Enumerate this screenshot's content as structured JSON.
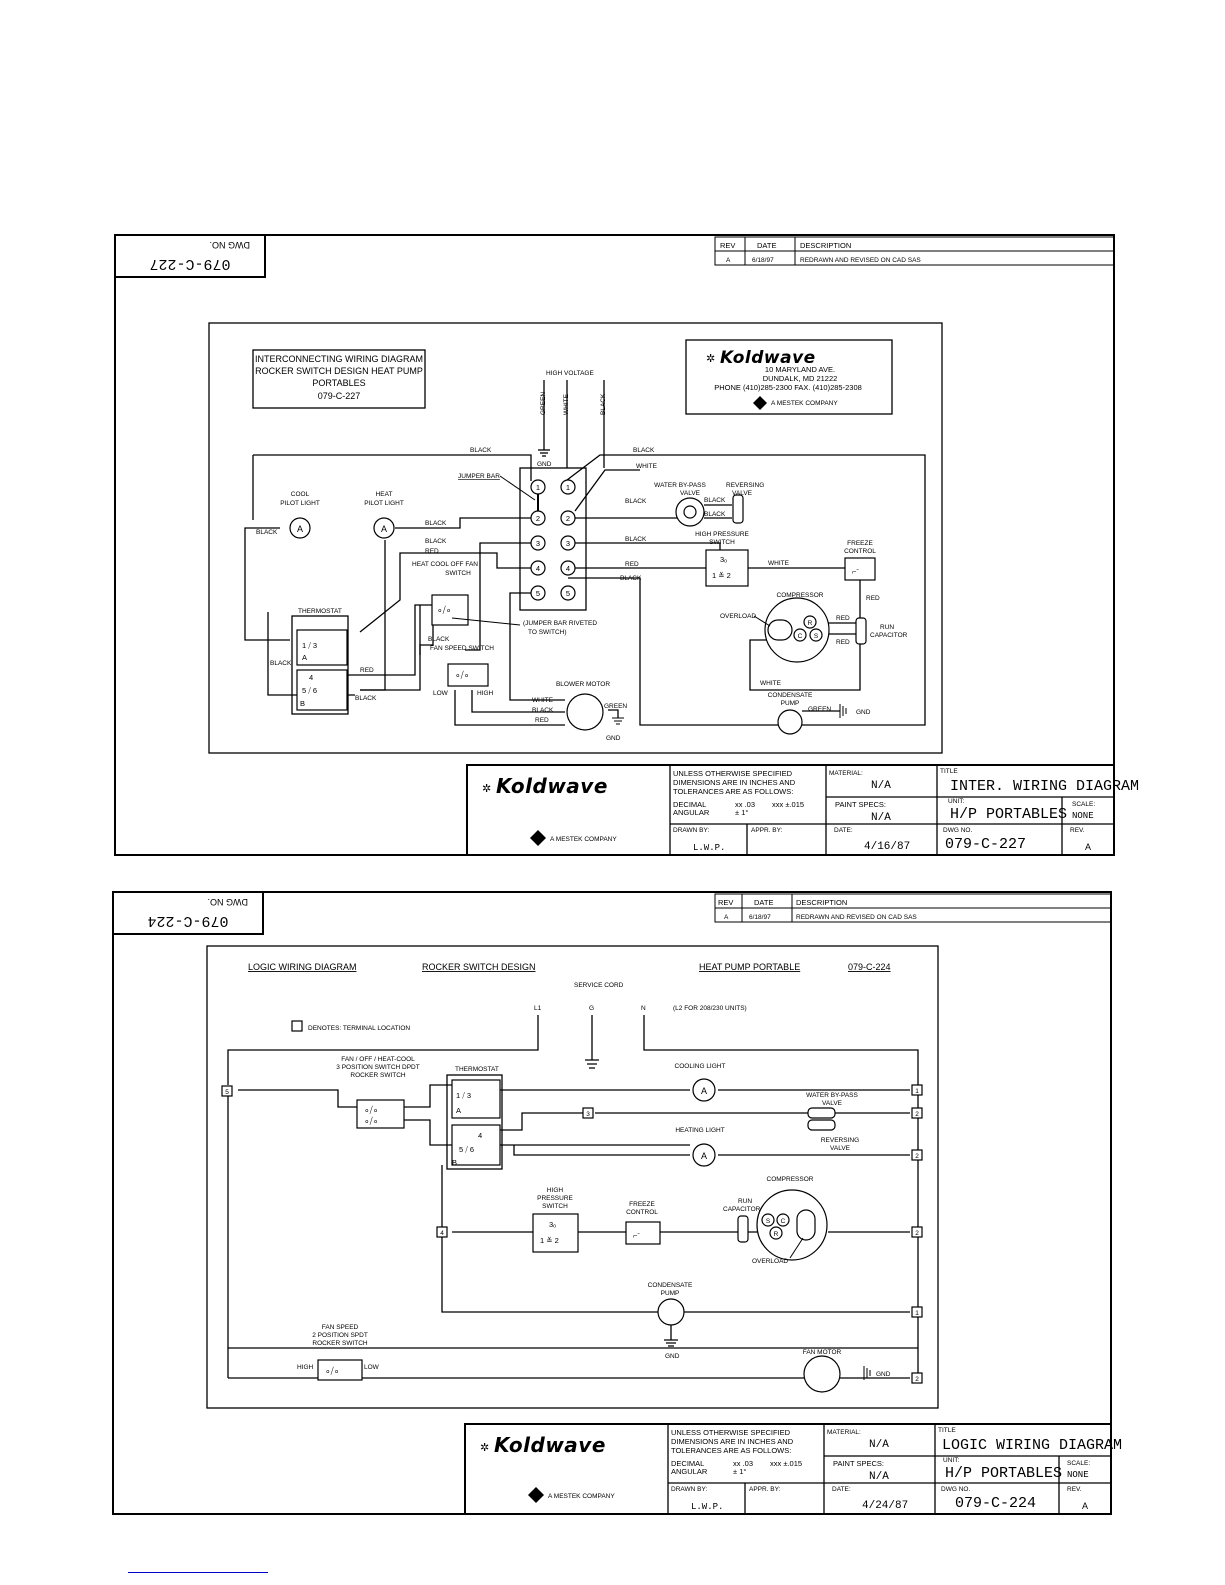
{
  "sheet1": {
    "dwg_tab_label": "DWG NO.",
    "dwg_tab_number": "079-C-227",
    "rev_table": {
      "headers": [
        "REV",
        "DATE",
        "DESCRIPTION"
      ],
      "row": [
        "A",
        "6/18/97",
        "REDRAWN AND REVISED ON CAD SAS"
      ]
    },
    "title_box": [
      "INTERCONNECTING WIRING DIAGRAM",
      "ROCKER SWITCH DESIGN HEAT PUMP",
      "PORTABLES",
      "079-C-227"
    ],
    "company_box": {
      "logo": "Koldwave",
      "address1": "10 MARYLAND AVE.",
      "address2": "DUNDALK, MD 21222",
      "phone": "PHONE (410)285-2300 FAX. (410)285-2308",
      "mestek": "A MESTEK COMPANY"
    },
    "labels": {
      "high_voltage": "HIGH VOLTAGE",
      "green": "GREEN",
      "white": "WHITE",
      "black": "BLACK",
      "red": "RED",
      "gnd": "GND",
      "jumper_bar": "JUMPER BAR",
      "cool_pilot": [
        "COOL",
        "PILOT LIGHT"
      ],
      "heat_pilot": [
        "HEAT",
        "PILOT LIGHT"
      ],
      "water_bypass": [
        "WATER BY-PASS",
        "VALVE"
      ],
      "reversing": [
        "REVERSING",
        "VALVE"
      ],
      "high_pressure": [
        "HIGH PRESSURE",
        "SWITCH"
      ],
      "freeze": [
        "FREEZE",
        "CONTROL"
      ],
      "hcof_switch": [
        "HEAT COOL OFF FAN",
        "SWITCH"
      ],
      "thermostat": "THERMOSTAT",
      "jumper_note": [
        "(JUMPER BAR RIVETED",
        "TO SWITCH)"
      ],
      "fan_speed_switch": "FAN SPEED SWITCH",
      "low": "LOW",
      "high": "HIGH",
      "blower_motor": "BLOWER MOTOR",
      "compressor": "COMPRESSOR",
      "overload": "OVERLOAD",
      "run_capacitor": [
        "RUN",
        "CAPACITOR"
      ],
      "condensate_pump": [
        "CONDENSATE",
        "PUMP"
      ]
    },
    "terminals": [
      "1",
      "2",
      "3",
      "4",
      "5"
    ],
    "title_block": {
      "logo": "Koldwave",
      "mestek": "A MESTEK COMPANY",
      "tolerance": [
        "UNLESS OTHERWISE SPECIFIED",
        "DIMENSIONS ARE IN INCHES AND",
        "TOLERANCES ARE AS FOLLOWS:"
      ],
      "decimal": "DECIMAL",
      "xx": "xx .03",
      "xxx": "xxx ±.015",
      "angular": "ANGULAR",
      "ang_val": "± 1°",
      "material_label": "MATERIAL:",
      "material": "N/A",
      "title_label": "TITLE",
      "title": "INTER. WIRING DIAGRAM",
      "paint_label": "PAINT SPECS:",
      "paint": "N/A",
      "unit_label": "UNIT:",
      "unit": "H/P PORTABLES",
      "scale_label": "SCALE:",
      "scale": "NONE",
      "drawn_label": "DRAWN BY:",
      "drawn": "L.W.P.",
      "appr_label": "APPR. BY:",
      "date_label": "DATE:",
      "date": "4/16/87",
      "dwg_label": "DWG NO.",
      "dwg": "079-C-227",
      "rev_label": "REV.",
      "rev": "A"
    }
  },
  "sheet2": {
    "dwg_tab_label": "DWG NO.",
    "dwg_tab_number": "079-C-224",
    "rev_table": {
      "headers": [
        "REV",
        "DATE",
        "DESCRIPTION"
      ],
      "row": [
        "A",
        "6/18/97",
        "REDRAWN AND REVISED ON CAD SAS"
      ]
    },
    "header": {
      "h1": "LOGIC WIRING DIAGRAM",
      "h2": "ROCKER SWITCH DESIGN",
      "h3": "HEAT PUMP PORTABLE",
      "h4": "079-C-224"
    },
    "labels": {
      "service_cord": "SERVICE CORD",
      "l1": "L1",
      "g": "G",
      "n": "N",
      "l2_note": "(L2 FOR 208/230 UNITS)",
      "denotes": "DENOTES: TERMINAL LOCATION",
      "fan_switch": [
        "FAN / OFF / HEAT-COOL",
        "3 POSITION SWITCH DPDT",
        "ROCKER SWITCH"
      ],
      "thermostat": "THERMOSTAT",
      "cooling_light": "COOLING LIGHT",
      "water_bypass": [
        "WATER BY-PASS",
        "VALVE"
      ],
      "reversing": [
        "REVERSING",
        "VALVE"
      ],
      "heating_light": "HEATING LIGHT",
      "high_pressure": [
        "HIGH",
        "PRESSURE",
        "SWITCH"
      ],
      "freeze": [
        "FREEZE",
        "CONTROL"
      ],
      "compressor": "COMPRESSOR",
      "run_capacitor": [
        "RUN",
        "CAPACITOR"
      ],
      "overload": "OVERLOAD",
      "condensate_pump": [
        "CONDENSATE",
        "PUMP"
      ],
      "gnd": "GND",
      "fan_speed": [
        "FAN SPEED",
        "2 POSITION SPDT",
        "ROCKER SWITCH"
      ],
      "high": "HIGH",
      "low": "LOW",
      "fan_motor": "FAN MOTOR"
    },
    "title_block": {
      "logo": "Koldwave",
      "mestek": "A MESTEK COMPANY",
      "tolerance": [
        "UNLESS OTHERWISE SPECIFIED",
        "DIMENSIONS ARE IN INCHES AND",
        "TOLERANCES ARE AS FOLLOWS:"
      ],
      "decimal": "DECIMAL",
      "xx": "xx .03",
      "xxx": "xxx ±.015",
      "angular": "ANGULAR",
      "ang_val": "± 1°",
      "material_label": "MATERIAL:",
      "material": "N/A",
      "title_label": "TITLE",
      "title": "LOGIC WIRING DIAGRAM",
      "paint_label": "PAINT SPECS:",
      "paint": "N/A",
      "unit_label": "UNIT:",
      "unit": "H/P PORTABLES",
      "scale_label": "SCALE:",
      "scale": "NONE",
      "drawn_label": "DRAWN BY:",
      "drawn": "L.W.P.",
      "appr_label": "APPR. BY:",
      "date_label": "DATE:",
      "date": "4/24/87",
      "dwg_label": "DWG NO.",
      "dwg": "079-C-224",
      "rev_label": "REV.",
      "rev": "A"
    }
  }
}
